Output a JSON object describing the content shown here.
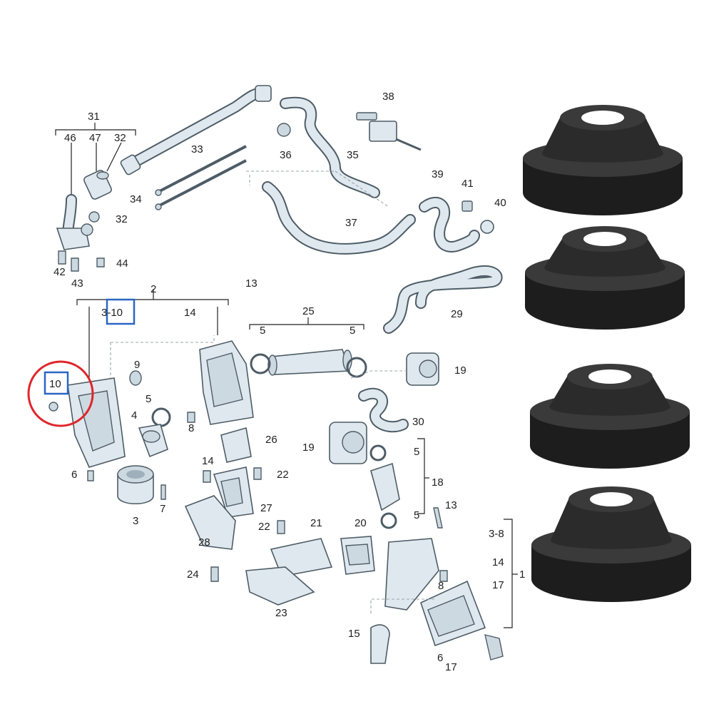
{
  "callouts": {
    "c31": "31",
    "c46": "46",
    "c47": "47",
    "c32a": "32",
    "c33": "33",
    "c38": "38",
    "c36": "36",
    "c35": "35",
    "c34": "34",
    "c32b": "32",
    "c39": "39",
    "c41": "41",
    "c40": "40",
    "c37": "37",
    "c42": "42",
    "c43": "43",
    "c44": "44",
    "c13a": "13",
    "c2": "2",
    "c3_10": "3-10",
    "c14a": "14",
    "c25": "25",
    "c29": "29",
    "c5a": "5",
    "c5b": "5",
    "c10": "10",
    "c9": "9",
    "c5c": "5",
    "c8a": "8",
    "c4": "4",
    "c19a": "19",
    "c30": "30",
    "c26": "26",
    "c6a": "6",
    "c14b": "14",
    "c22a": "22",
    "c19b": "19",
    "c5d": "5",
    "c18": "18",
    "c7": "7",
    "c3": "3",
    "c27": "27",
    "c5e": "5",
    "c13b": "13",
    "c28": "28",
    "c22b": "22",
    "c21": "21",
    "c20": "20",
    "c3_8": "3-8",
    "c14c": "14",
    "c1": "1",
    "c24": "24",
    "c17a": "17",
    "c8b": "8",
    "c23": "23",
    "c15": "15",
    "c6b": "6",
    "c17b": "17"
  },
  "colors": {
    "highlight_circle": "#e0262b",
    "highlight_box": "#2a66c4",
    "rubber": "#1d1d1d",
    "part_fill": "#dfe8ee",
    "part_stroke": "#4d5c66"
  }
}
